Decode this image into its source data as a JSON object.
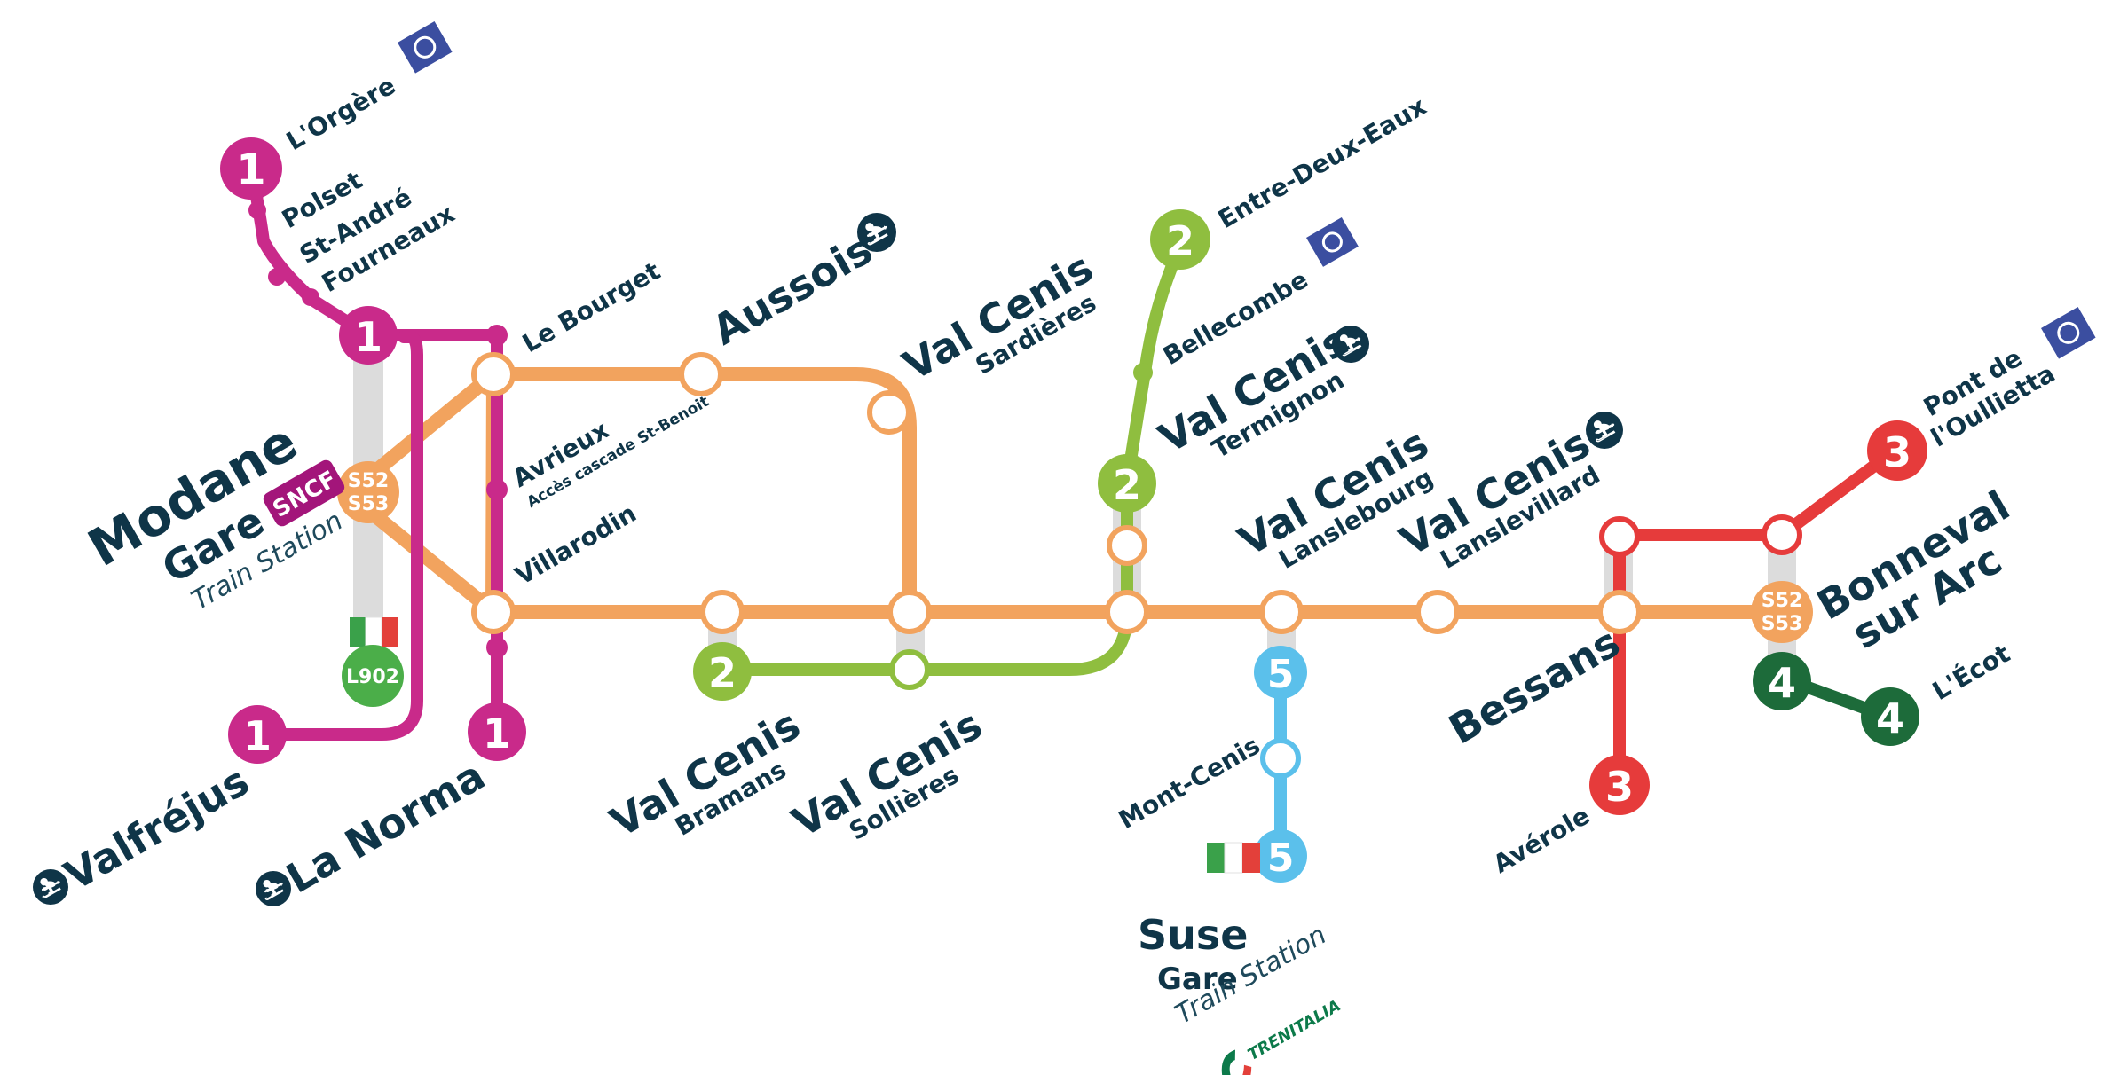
{
  "colors": {
    "line1": "#c92a8a",
    "line2": "#8fbe3f",
    "line3": "#e63b3b",
    "line4": "#1d6b3a",
    "line5": "#5bc0eb",
    "bus": "#f2a35e",
    "label": "#0f3548",
    "shadow": "#dcdcdc",
    "sncf": "#a3157a"
  },
  "lines": {
    "l1": "1",
    "l2": "2",
    "l3": "3",
    "l4": "4",
    "l5": "5",
    "bus_code_a": "S52",
    "bus_code_b": "S53",
    "italy_bus": "L902"
  },
  "stations": {
    "lorgere": "L'Orgère",
    "polset": "Polset",
    "st_andre": "St-André",
    "fourneaux": "Fourneaux",
    "le_bourget": "Le Bourget",
    "avrieux": "Avrieux",
    "avrieux_sub": "Accès cascade St-Benoit",
    "villarodin": "Villarodin",
    "aussois": "Aussois",
    "val_cenis": "Val Cenis",
    "sardieres": "Sardières",
    "termignon": "Termignon",
    "bramans": "Bramans",
    "sollieres": "Sollières",
    "lanslebourg": "Lanslebourg",
    "lanslevillard": "Lanslevillard",
    "bellecombe": "Bellecombe",
    "entre_deux_eaux": "Entre-Deux-Eaux",
    "mont_cenis": "Mont-Cenis",
    "bessans": "Bessans",
    "averole": "Avérole",
    "pont_de": "Pont de",
    "oullietta": "l'Oullietta",
    "bonneval": "Bonneval",
    "sur_arc": "sur Arc",
    "lecot": "L'Écot",
    "valfrejus": "Valfréjus",
    "la_norma": "La Norma"
  },
  "modane": {
    "name": "Modane",
    "gare": "Gare",
    "train_station": "Train Station",
    "sncf": "SNCF"
  },
  "suse": {
    "name": "Suse",
    "gare": "Gare",
    "train_station": "Train Station",
    "trenitalia": "TRENITALIA"
  },
  "icons": {
    "ski_lift": "ski-lift-icon",
    "park": "national-park-icon",
    "italy_flag": "italy-flag-icon"
  }
}
